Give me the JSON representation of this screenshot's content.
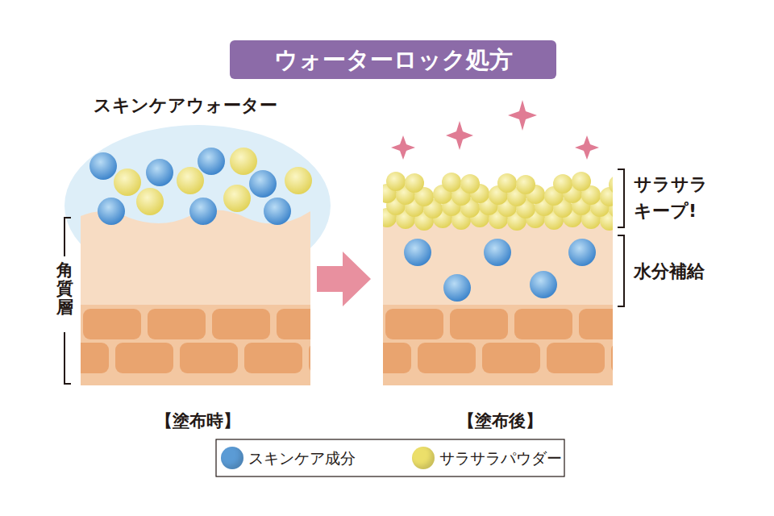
{
  "diagram": {
    "title": "ウォーターロック処方",
    "labels": [
      "スキンケアウォーター",
      "角質層",
      "サラサラ キープ!",
      "水分補給",
      "【塗布時】",
      "【塗布後】"
    ],
    "legend": [
      {
        "text": "スキンケア成分",
        "color": "#5b9bd5"
      },
      {
        "text": "サラサラパウダー",
        "color": "#ecdf6a"
      }
    ]
  }
}
